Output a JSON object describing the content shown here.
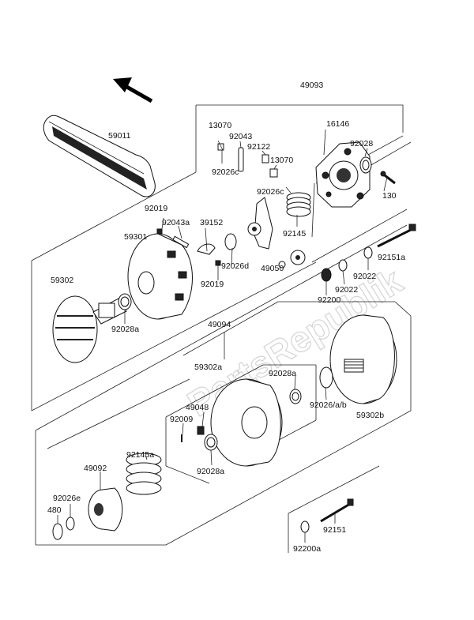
{
  "watermark": "PartsRepublik",
  "labels": {
    "p49093": "49093",
    "p59011": "59011",
    "p13070a": "13070",
    "p92043": "92043",
    "p92122": "92122",
    "p13070b": "13070",
    "p16146": "16146",
    "p92028": "92028",
    "p92026c_a": "92026c",
    "p92026c_b": "92026c",
    "p130": "130",
    "p92019a": "92019",
    "p92043a": "92043a",
    "p39152": "39152",
    "p59301": "59301",
    "p92145": "92145",
    "p92151a": "92151a",
    "p92026d": "92026d",
    "p49050": "49050",
    "p92022a": "92022",
    "p59302": "59302",
    "p92019b": "92019",
    "p92022b": "92022",
    "p92200": "92200",
    "p92028a_a": "92028a",
    "p49094": "49094",
    "p59302a": "59302a",
    "p92028a_b": "92028a",
    "p49048": "49048",
    "p92009": "92009",
    "p92026ab": "92026/a/b",
    "p59302b": "59302b",
    "p92145a": "92145a",
    "p92028a_c": "92028a",
    "p49092": "49092",
    "p92026e": "92026e",
    "p480": "480",
    "p92151": "92151",
    "p92200a": "92200a"
  }
}
